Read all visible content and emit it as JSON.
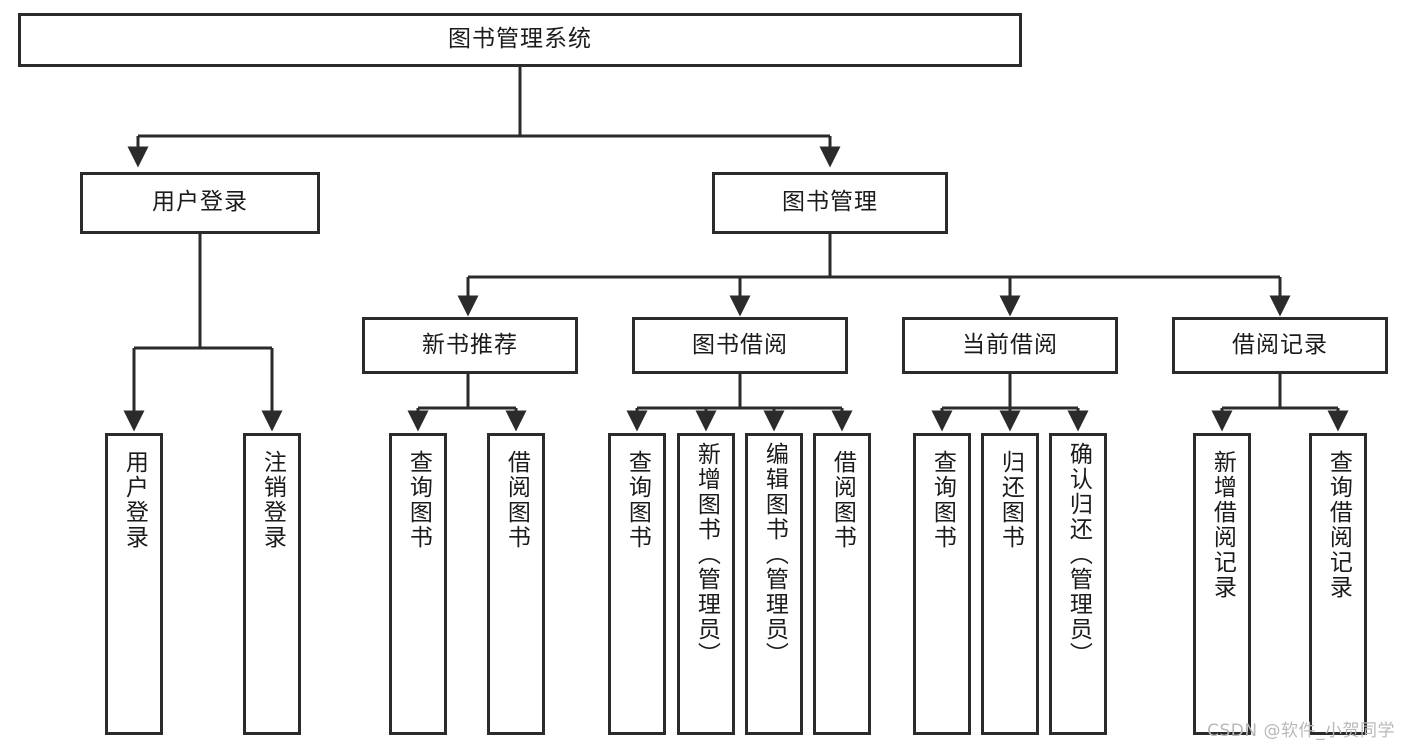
{
  "diagram": {
    "title": "图书管理系统",
    "type": "tree",
    "watermark": "CSDN @软件_小贺同学",
    "colors": {
      "stroke": "#2b2b2b",
      "fill": "#ffffff",
      "text": "#1b1b1b",
      "watermark": "#b9b9b9"
    },
    "root": {
      "label": "图书管理系统"
    },
    "level2": [
      {
        "label": "用户登录"
      },
      {
        "label": "图书管理"
      }
    ],
    "level3": [
      {
        "label": "新书推荐"
      },
      {
        "label": "图书借阅"
      },
      {
        "label": "当前借阅"
      },
      {
        "label": "借阅记录"
      }
    ],
    "leaves": {
      "user_login": [
        {
          "label": "用户登录"
        },
        {
          "label": "注销登录"
        }
      ],
      "new_book_recommend": [
        {
          "label": "查询图书"
        },
        {
          "label": "借阅图书"
        }
      ],
      "book_borrow": [
        {
          "label": "查询图书"
        },
        {
          "label": "新增图书（管理员）"
        },
        {
          "label": "编辑图书（管理员）"
        },
        {
          "label": "借阅图书"
        }
      ],
      "current_borrow": [
        {
          "label": "查询图书"
        },
        {
          "label": "归还图书"
        },
        {
          "label": "确认归还（管理员）"
        }
      ],
      "borrow_record": [
        {
          "label": "新增借阅记录"
        },
        {
          "label": "查询借阅记录"
        }
      ]
    }
  }
}
